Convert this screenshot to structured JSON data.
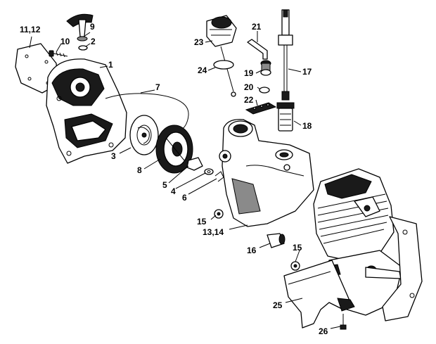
{
  "labels": {
    "p1": "1",
    "p2": "2",
    "p3": "3",
    "p4": "4",
    "p5": "5",
    "p6": "6",
    "p7": "7",
    "p8": "8",
    "p9": "9",
    "p10": "10",
    "p11_12": "11,12",
    "p13_14": "13,14",
    "p15a": "15",
    "p15b": "15",
    "p16": "16",
    "p17": "17",
    "p18": "18",
    "p19": "19",
    "p20": "20",
    "p21": "21",
    "p22": "22",
    "p23": "23",
    "p24": "24",
    "p25": "25",
    "p26": "26"
  }
}
